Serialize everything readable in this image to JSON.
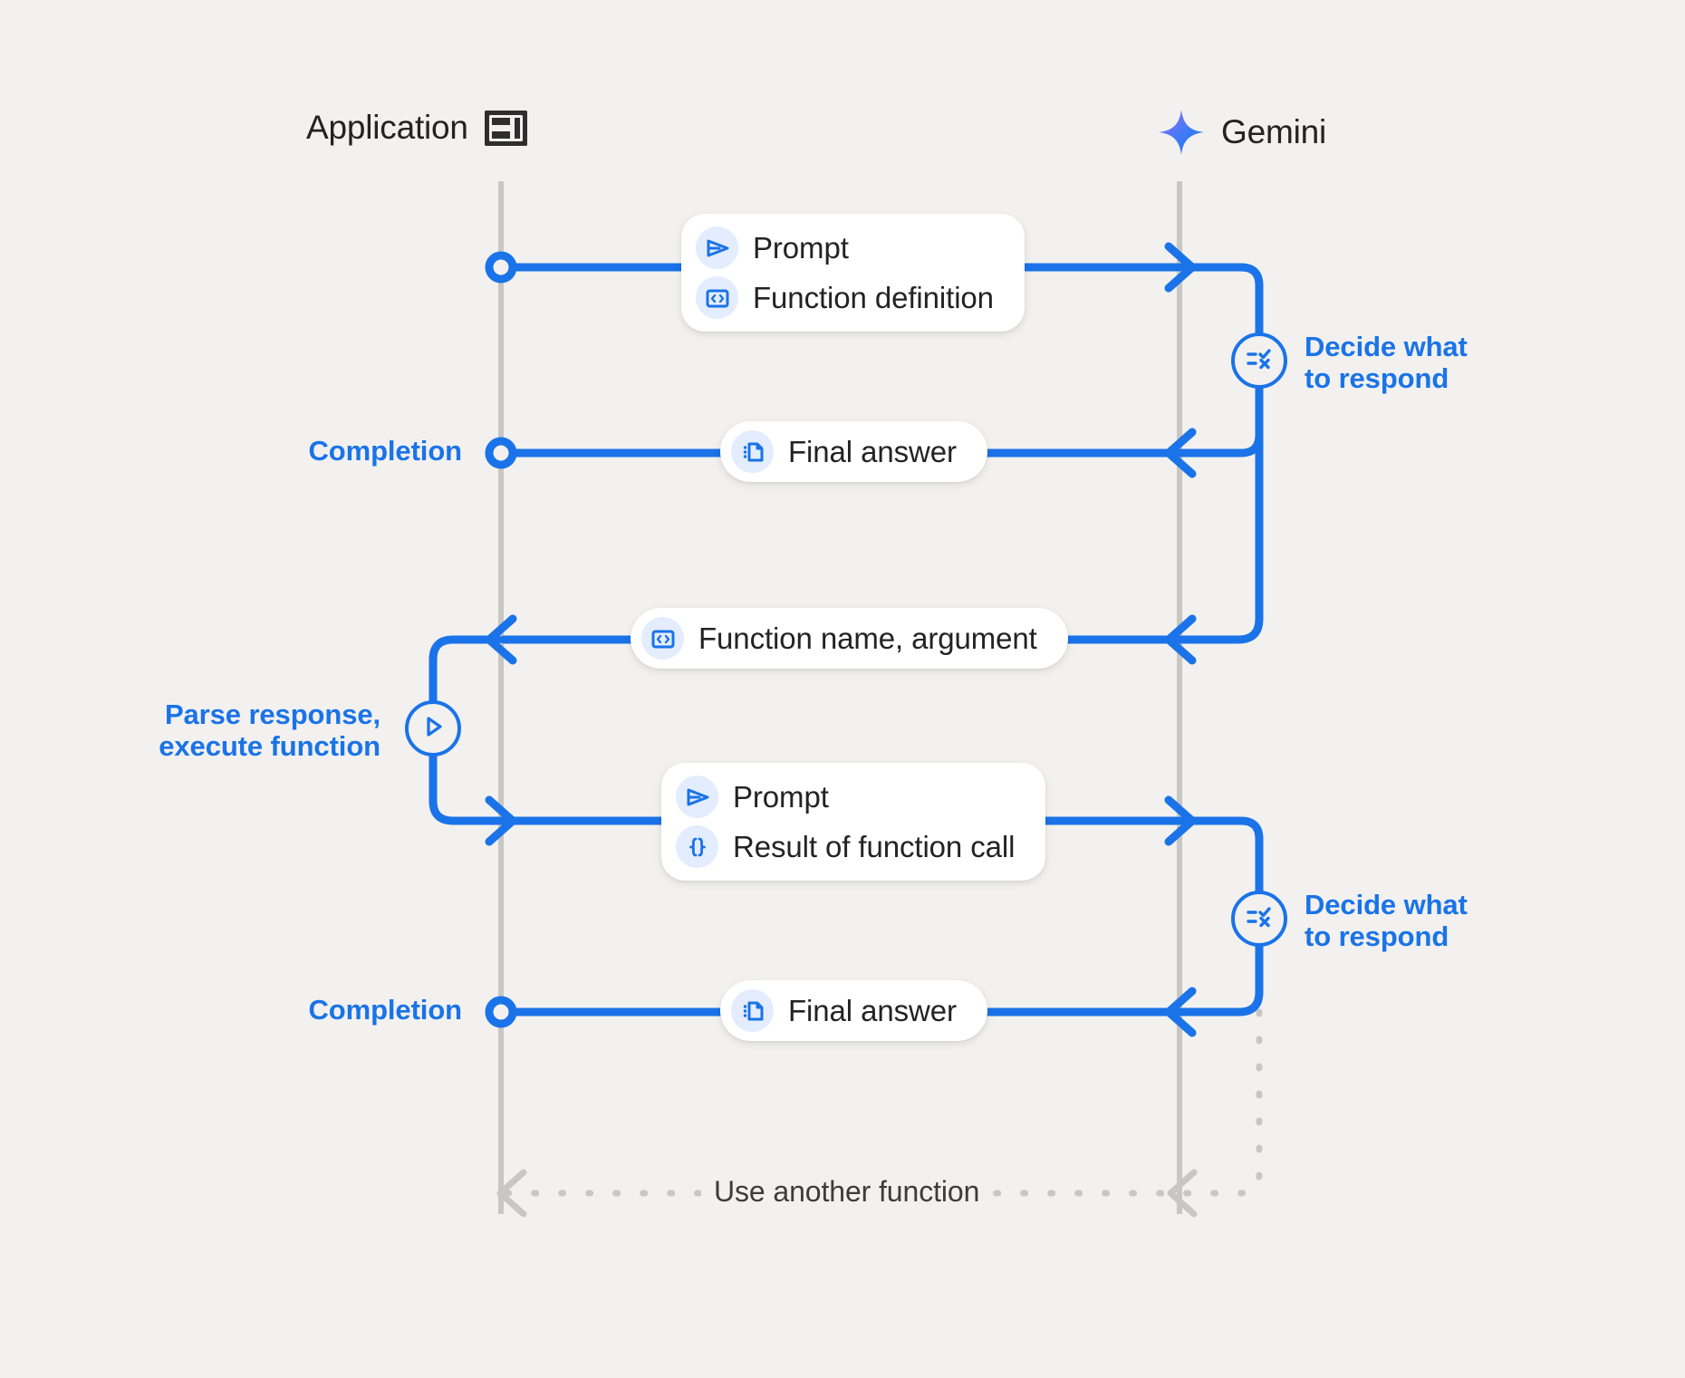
{
  "diagram": {
    "title": "Gemini function calling sequence",
    "background_color": "#f2f1ef",
    "accent_color": "#1a73e8",
    "text_color": "#232323",
    "lifeline_color": "#c9c7c4",
    "chip_bg_color": "#e4edfd"
  },
  "actors": [
    {
      "name": "application",
      "label": "Application",
      "icon": "dashboard-layout-icon"
    },
    {
      "name": "gemini",
      "label": "Gemini",
      "icon": "gemini-sparkle-icon"
    }
  ],
  "messages": [
    {
      "name": "prompt-function-definition",
      "direction": "application-to-gemini",
      "rows": [
        {
          "icon": "send-prompt-icon",
          "text": "Prompt"
        },
        {
          "icon": "code-brackets-icon",
          "text": "Function definition"
        }
      ]
    },
    {
      "name": "final-answer-1",
      "direction": "gemini-to-application",
      "rows": [
        {
          "icon": "document-icon",
          "text": "Final answer"
        }
      ]
    },
    {
      "name": "function-name-argument",
      "direction": "gemini-to-application",
      "rows": [
        {
          "icon": "code-brackets-icon",
          "text": "Function name,  argument"
        }
      ]
    },
    {
      "name": "prompt-result-of-function-call",
      "direction": "application-to-gemini",
      "rows": [
        {
          "icon": "send-prompt-icon",
          "text": "Prompt"
        },
        {
          "icon": "curly-braces-icon",
          "text": "Result of function call"
        }
      ]
    },
    {
      "name": "final-answer-2",
      "direction": "gemini-to-application",
      "rows": [
        {
          "icon": "document-icon",
          "text": "Final answer"
        }
      ]
    }
  ],
  "process_nodes": [
    {
      "name": "decide-what-to-respond-1",
      "icon": "checklist-decision-icon",
      "label": "Decide what\nto respond",
      "side": "right"
    },
    {
      "name": "parse-response-execute-function",
      "icon": "play-icon",
      "label": "Parse response,\nexecute function",
      "side": "left"
    },
    {
      "name": "decide-what-to-respond-2",
      "icon": "checklist-decision-icon",
      "label": "Decide what\nto respond",
      "side": "right"
    }
  ],
  "endpoints": [
    {
      "name": "start-point",
      "label": ""
    },
    {
      "name": "completion-point-1",
      "label": "Completion"
    },
    {
      "name": "completion-point-2",
      "label": "Completion"
    }
  ],
  "loop": {
    "name": "use-another-function-loop",
    "label": "Use another function",
    "style": "dashed",
    "color": "#c9c7c4"
  }
}
